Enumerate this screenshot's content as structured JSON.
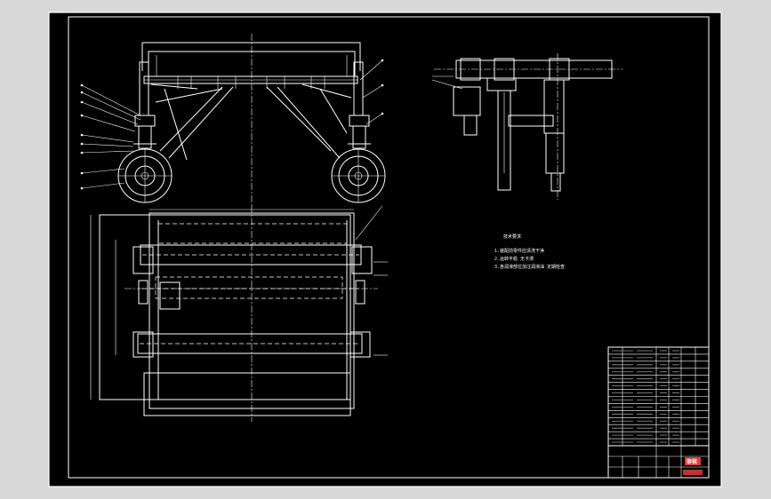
{
  "colors": {
    "viewer_background": "#d8d8d8",
    "sheet_background": "#000000",
    "line": "#ffffff",
    "title_highlight": "#e33b3b"
  },
  "icons": {
    "balloon_marker": "circle-leader-icon",
    "wheel": "wheel-hub-icon"
  },
  "technical_notes": {
    "heading": "技术要求",
    "lines": [
      "1.装配前零件应清洗干净",
      "2.运转平稳 无卡滞",
      "3.各润滑部位加注润滑油 定期检查"
    ]
  },
  "title_block": {
    "stamp_label": "审核"
  },
  "bill_of_materials": {
    "row_count": 14,
    "column_count": 6
  }
}
